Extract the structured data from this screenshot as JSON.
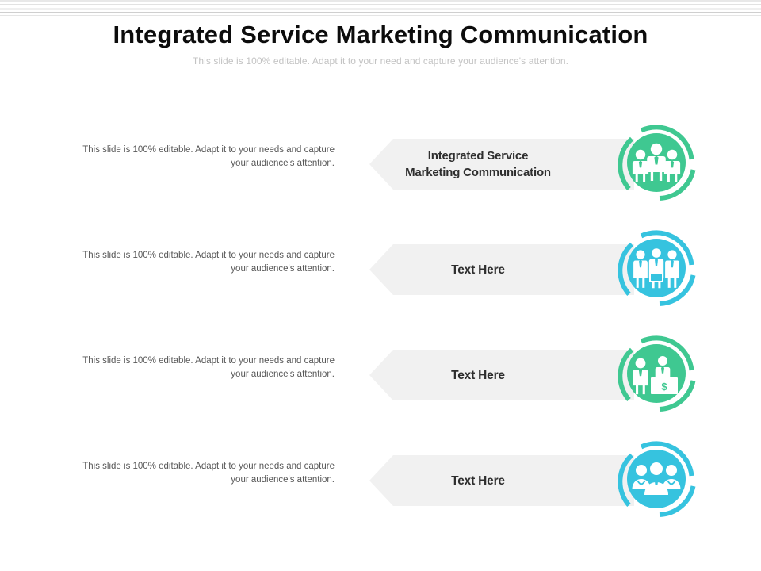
{
  "header": {
    "title": "Integrated Service Marketing Communication",
    "subtitle": "This slide is 100% editable. Adapt it to your need and capture your audience's attention."
  },
  "colors": {
    "green": "#3FC891",
    "cyan": "#36C3DF",
    "banner_bg": "#F1F1F1",
    "banner_text": "#2E2E2E",
    "desc_text": "#575757",
    "subtitle_text": "#C3C3C3",
    "title_text": "#0C0C0C",
    "icon_fill": "#FFFFFF"
  },
  "rows": [
    {
      "description_line1": "This slide is 100% editable. Adapt it to your needs",
      "description_line2": "and capture your audience's attention.",
      "banner_line1": "Integrated Service",
      "banner_line2": "Marketing Communication",
      "icon_name": "three-businessmen-icon",
      "icon_color": "#3FC891"
    },
    {
      "description_line1": "This slide is 100% editable. Adapt it to your needs",
      "description_line2": "and capture your audience's attention.",
      "banner_line1": "Text Here",
      "banner_line2": "",
      "icon_name": "team-with-board-icon",
      "icon_color": "#36C3DF"
    },
    {
      "description_line1": "This slide is 100% editable. Adapt it to your needs",
      "description_line2": "and capture your audience's attention.",
      "banner_line1": "Text Here",
      "banner_line2": "",
      "icon_name": "bank-counter-dollar-icon",
      "icon_color": "#3FC891"
    },
    {
      "description_line1": "This slide is 100% editable. Adapt it to your needs",
      "description_line2": "and capture your audience's attention.",
      "banner_line1": "Text Here",
      "banner_line2": "",
      "icon_name": "people-group-icon",
      "icon_color": "#36C3DF"
    }
  ]
}
